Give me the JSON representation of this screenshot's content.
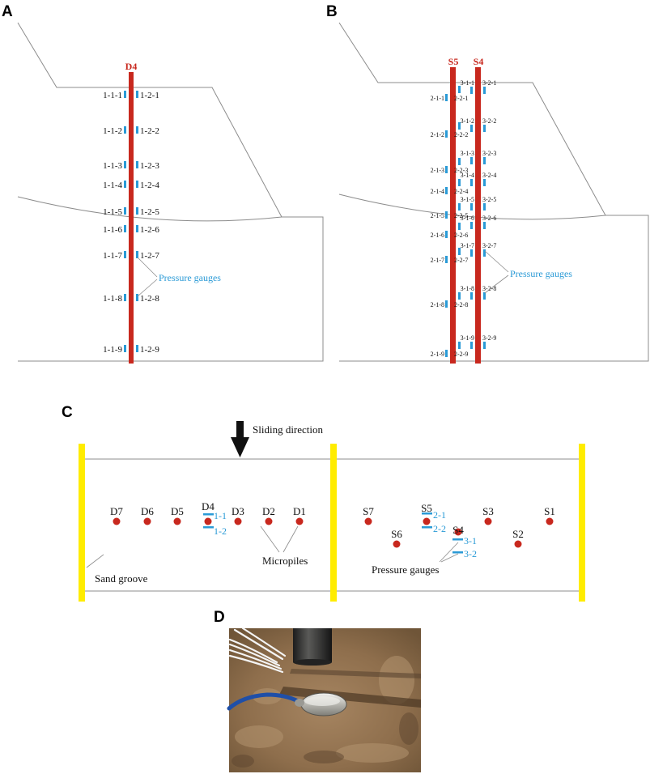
{
  "colors": {
    "pile": "#c8281e",
    "gauge": "#2a9ad6",
    "groove": "#ffec00",
    "line": "#8c8c8c"
  },
  "panel_a": {
    "letter": "A",
    "pile_label": "D4",
    "left_gauges": [
      "1-1-1",
      "1-1-2",
      "1-1-3",
      "1-1-4",
      "1-1-5",
      "1-1-6",
      "1-1-7",
      "1-1-8",
      "1-1-9"
    ],
    "right_gauges": [
      "1-2-1",
      "1-2-2",
      "1-2-3",
      "1-2-4",
      "1-2-5",
      "1-2-6",
      "1-2-7",
      "1-2-8",
      "1-2-9"
    ],
    "annotation": "Pressure gauges"
  },
  "panel_b": {
    "letter": "B",
    "pile_labels": [
      "S5",
      "S4"
    ],
    "s5_left_gauges": [
      "2-1-1",
      "2-1-2",
      "2-1-3",
      "2-1-4",
      "2-1-5",
      "2-1-6",
      "2-1-7",
      "2-1-8",
      "2-1-9"
    ],
    "s5_right_gauges": [
      "2-2-1",
      "2-2-2",
      "2-2-3",
      "2-2-4",
      "2-2-5",
      "2-2-6",
      "2-2-7",
      "2-2-8",
      "2-2-9"
    ],
    "s4_left_gauges": [
      "3-1-1",
      "3-1-2",
      "3-1-3",
      "3-1-4",
      "3-1-5",
      "3-1-6",
      "3-1-7",
      "3-1-8",
      "3-1-9"
    ],
    "s4_right_gauges": [
      "3-2-1",
      "3-2-2",
      "3-2-3",
      "3-2-4",
      "3-2-5",
      "3-2-6",
      "3-2-7",
      "3-2-8",
      "3-2-9"
    ],
    "annotation": "Pressure gauges"
  },
  "panel_c": {
    "letter": "C",
    "sliding_direction": "Sliding direction",
    "sand_groove": "Sand groove",
    "micropiles": "Micropiles",
    "pressure_gauges": "Pressure gauges",
    "d_piles": [
      "D7",
      "D6",
      "D5",
      "D4",
      "D3",
      "D2",
      "D1"
    ],
    "s_piles": [
      "S7",
      "S6",
      "S5",
      "S4",
      "S3",
      "S2",
      "S1"
    ],
    "d4_gauges": [
      "1-1",
      "1-2"
    ],
    "s5_gauges": [
      "2-1",
      "2-2"
    ],
    "s4_gauges": [
      "3-1",
      "3-2"
    ]
  },
  "panel_d": {
    "letter": "D"
  }
}
